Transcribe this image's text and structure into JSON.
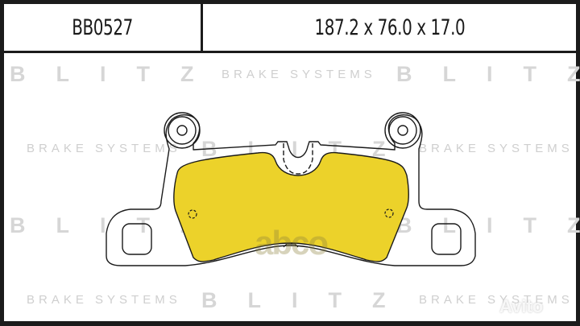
{
  "header": {
    "part_number": "BB0527",
    "dimensions": "187.2 x 76.0 x 17.0"
  },
  "watermarks": {
    "brand": "BLITZ",
    "tagline": "BRAKE SYSTEMS",
    "overlay_logo": "abco",
    "marketplace_logo": "Avito"
  },
  "drawing": {
    "subject": "rear brake pad outline",
    "pad_color": "#ecd22a",
    "outline_color": "#1a1a1a"
  }
}
